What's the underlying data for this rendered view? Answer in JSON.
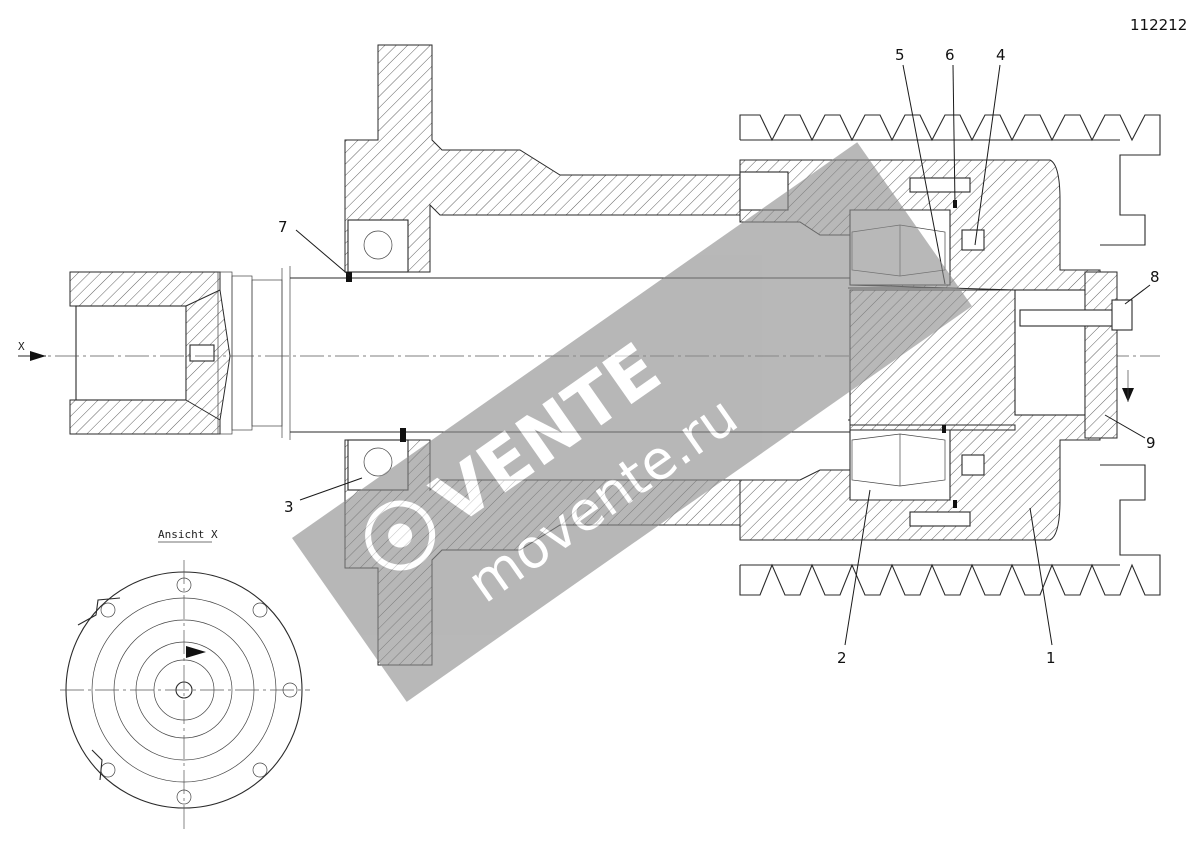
{
  "drawing": {
    "doc_number": "112212",
    "view_label": "Ansicht X",
    "view_arrow_label": "X",
    "callouts": [
      "1",
      "2",
      "3",
      "4",
      "5",
      "6",
      "7",
      "8",
      "9"
    ]
  },
  "watermark": {
    "brand": "VENTE",
    "url": "movente.ru",
    "logo_icon": "gear-logo-icon"
  },
  "colors": {
    "line": "#2a2a2a",
    "watermark_band": "#8c8c8c"
  }
}
